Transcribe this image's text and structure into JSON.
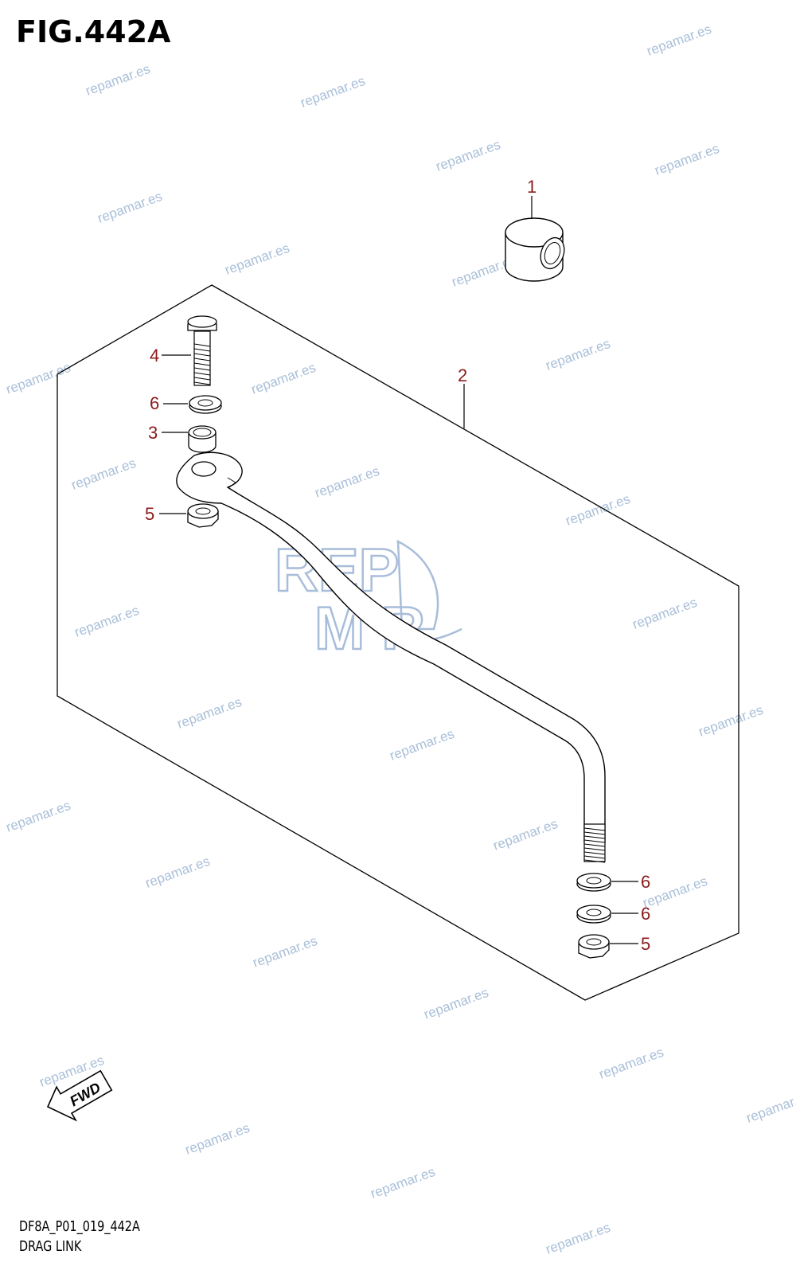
{
  "figure": {
    "title": "FIG.442A",
    "code": "DF8A_P01_019_442A",
    "name": "DRAG LINK"
  },
  "callouts": [
    "1",
    "2",
    "3",
    "4",
    "5",
    "6"
  ],
  "fwd_arrow": {
    "label": "FWD"
  },
  "watermark": {
    "text": "repamar.es",
    "logo_top": "REP",
    "logo_bottom": "M  R",
    "color": "#a9bfd9"
  },
  "colors": {
    "callout": "#8b1a1a",
    "line": "#000000"
  }
}
